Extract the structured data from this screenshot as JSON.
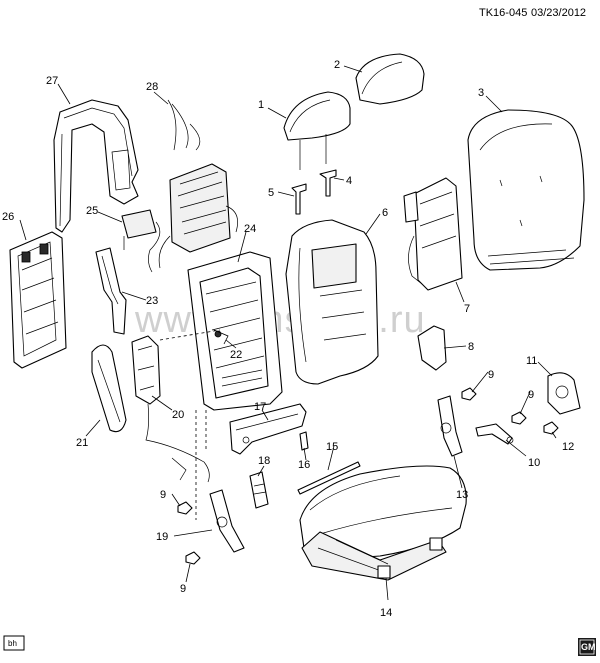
{
  "header": {
    "code": "TK16-045",
    "date": "03/23/2012"
  },
  "watermark": "www.gmsklad.ru",
  "footer": {
    "left_badge": "bh",
    "logo_text": "GM"
  },
  "callouts": {
    "c1": "1",
    "c2": "2",
    "c3": "3",
    "c4": "4",
    "c5": "5",
    "c6": "6",
    "c7": "7",
    "c8": "8",
    "c9a": "9",
    "c9b": "9",
    "c9c": "9",
    "c9d": "9",
    "c10": "10",
    "c11": "11",
    "c12": "12",
    "c13": "13",
    "c14": "14",
    "c15": "15",
    "c16": "16",
    "c17": "17",
    "c18": "18",
    "c19": "19",
    "c20": "20",
    "c21": "21",
    "c22": "22",
    "c23": "23",
    "c24": "24",
    "c25": "25",
    "c26": "26",
    "c27": "27",
    "c28": "28"
  }
}
